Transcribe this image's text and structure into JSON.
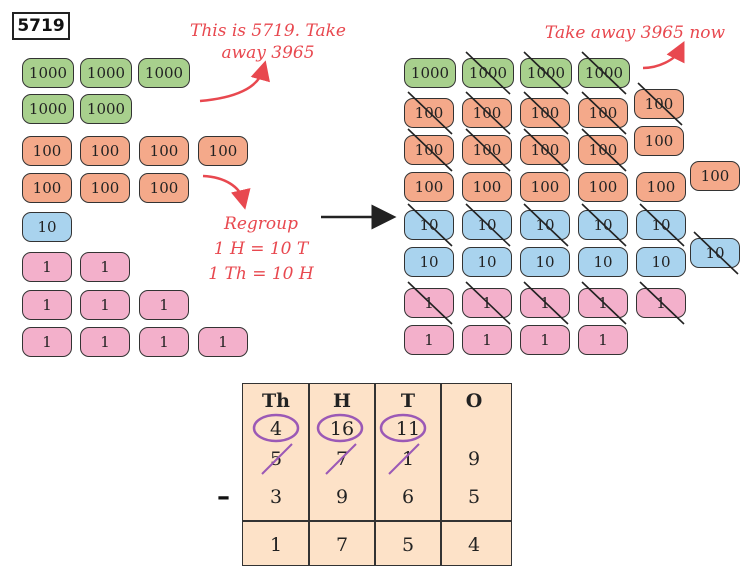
{
  "label": "5719",
  "notes": {
    "start_line1": "This is 5719. Take",
    "start_line2": "away 3965",
    "regroup_line1": "Regroup",
    "regroup_line2": "1 H = 10 T",
    "regroup_line3": "1 Th = 10 H",
    "take_away": "Take away 3965 now"
  },
  "blocks": {
    "thousand": "1000",
    "hundred": "100",
    "ten": "10",
    "one": "1"
  },
  "table": {
    "headers": [
      "Th",
      "H",
      "T",
      "O"
    ],
    "borrowed": [
      "4",
      "16",
      "11",
      ""
    ],
    "original": [
      "5",
      "7",
      "1",
      "9"
    ],
    "subtrahend": [
      "3",
      "9",
      "6",
      "5"
    ],
    "result": [
      "1",
      "7",
      "5",
      "4"
    ],
    "operator": "–"
  },
  "colors": {
    "thousand": "#a8d08d",
    "hundred": "#f4a98a",
    "ten": "#a9d3ee",
    "one": "#f3b0cb",
    "note": "#e8484f",
    "circle": "#9b59b6",
    "table_bg": "#fde2c8"
  }
}
